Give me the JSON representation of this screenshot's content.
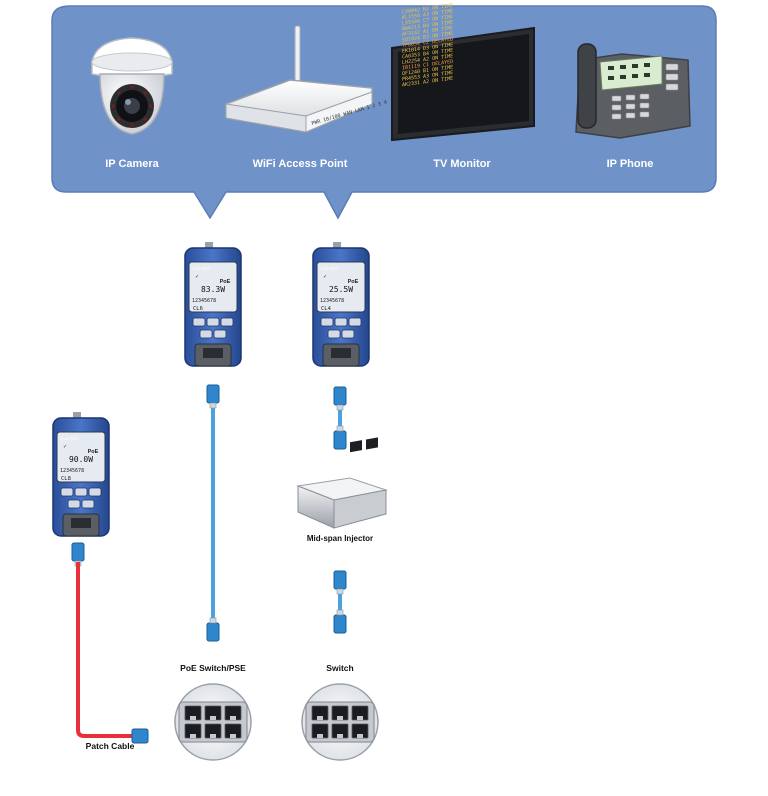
{
  "devices": {
    "ip_camera": "IP Camera",
    "wifi_ap": "WiFi Access Point",
    "tv_monitor": "TV Monitor",
    "ip_phone": "IP Phone"
  },
  "router_label": "PWR 10/100 WAN LAN 1 2 3 4",
  "tv_rows": [
    "CX8842 B2 ON TIME",
    "KL1556 A3 ON TIME",
    "LX5584 C7 ON TIME",
    "BA0213 B4 ON TIME",
    "AF3142 A1 ON TIME",
    "SQ1924 B3 ON TIME",
    "TP8054 C2 DELAYED",
    "EK1014 D3 ON TIME",
    "CA0353 B4 ON TIME",
    "LH2254 A2 ON TIME",
    "IB1119 C1 DELAYED",
    "QF1240 B1 ON TIME",
    "PR4553 A3 ON TIME",
    "AK2331 A2 ON TIME"
  ],
  "testers": [
    {
      "reading": "83.3W",
      "class": "CL6"
    },
    {
      "reading": "25.5W",
      "class": "CL4"
    },
    {
      "reading": "90.0W",
      "class": "CL8"
    }
  ],
  "tester_brand": "PoE PRO",
  "tester_poe": "PoE",
  "tester_digits": "12345678",
  "labels": {
    "injector": "Mid-span Injector",
    "poe_switch": "PoE Switch/PSE",
    "switch": "Switch",
    "patch_cable": "Patch Cable"
  }
}
